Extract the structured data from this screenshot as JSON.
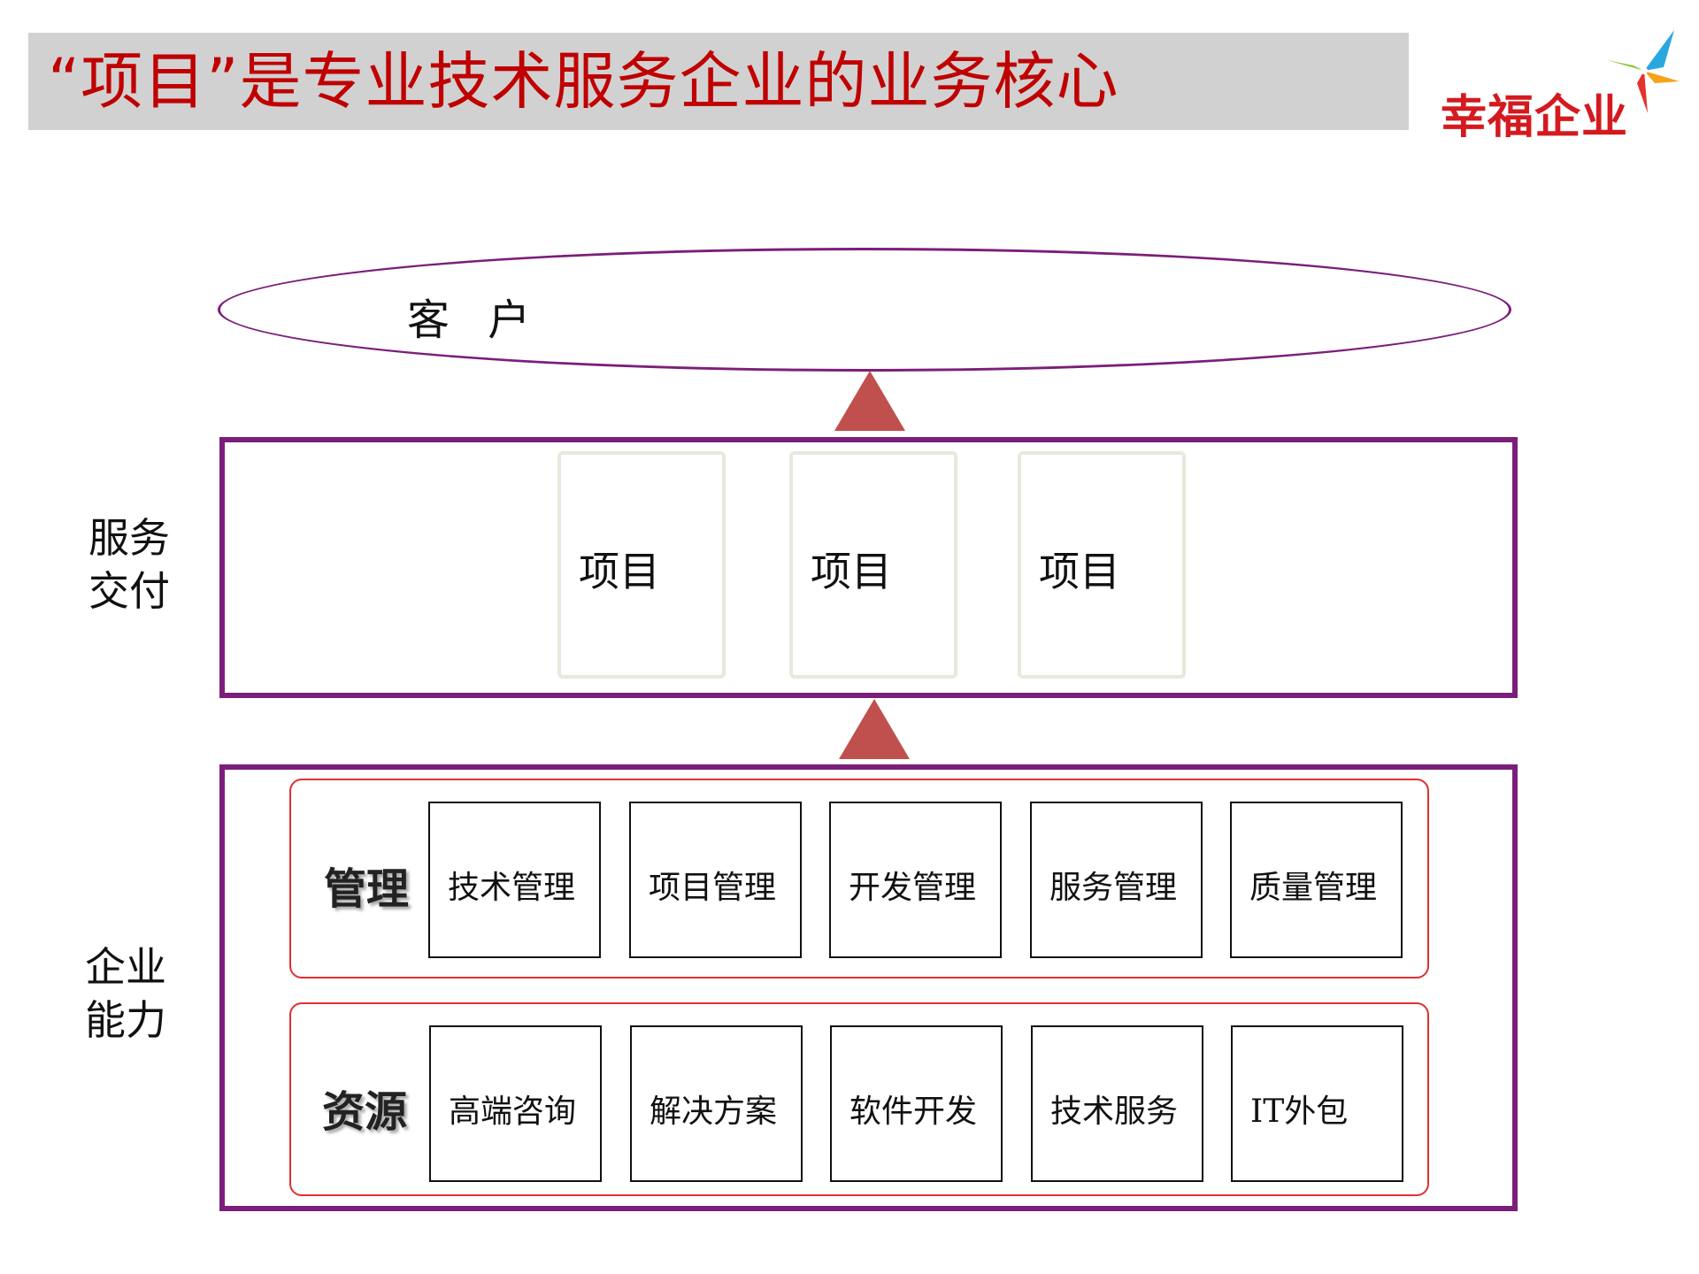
{
  "title": "“项目”是专业技术服务企业的业务核心",
  "logo": {
    "text": "幸福企业"
  },
  "customer": {
    "label": "客 户"
  },
  "delivery": {
    "label_line1": "服务",
    "label_line2": "交付",
    "projects": [
      "项目",
      "项目",
      "项目"
    ]
  },
  "capability": {
    "label_line1": "企业",
    "label_line2": "能力",
    "management": {
      "label": "管理",
      "items": [
        "技术管理",
        "项目管理",
        "开发管理",
        "服务管理",
        "质量管理"
      ]
    },
    "resources": {
      "label": "资源",
      "items": [
        "高端咨询",
        "解决方案",
        "软件开发",
        "技术服务",
        "IT外包"
      ]
    }
  },
  "colors": {
    "title_red": "#c00000",
    "frame_purple": "#7b1e7a",
    "arrow_red": "#c0504d",
    "group_border_red": "#e03030",
    "title_bar_gray": "#d1d1d1"
  }
}
